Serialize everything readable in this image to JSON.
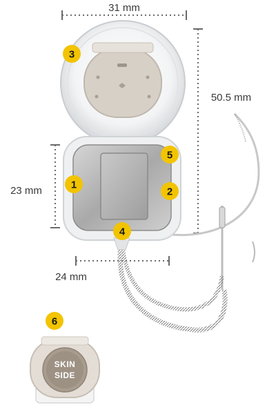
{
  "dimensions": {
    "width_top": "31 mm",
    "height_right": "50.5 mm",
    "height_left": "23 mm",
    "width_bottom": "24 mm"
  },
  "callouts": [
    "1",
    "2",
    "3",
    "4",
    "5",
    "6"
  ],
  "magnet_label": {
    "line1": "SKIN",
    "line2": "SIDE"
  },
  "colors": {
    "callout_fill": "#f2c400",
    "dimension_line": "#6a6a6a",
    "metal": "#b9b9b9",
    "magnet_disc": "#d9d3cb"
  }
}
